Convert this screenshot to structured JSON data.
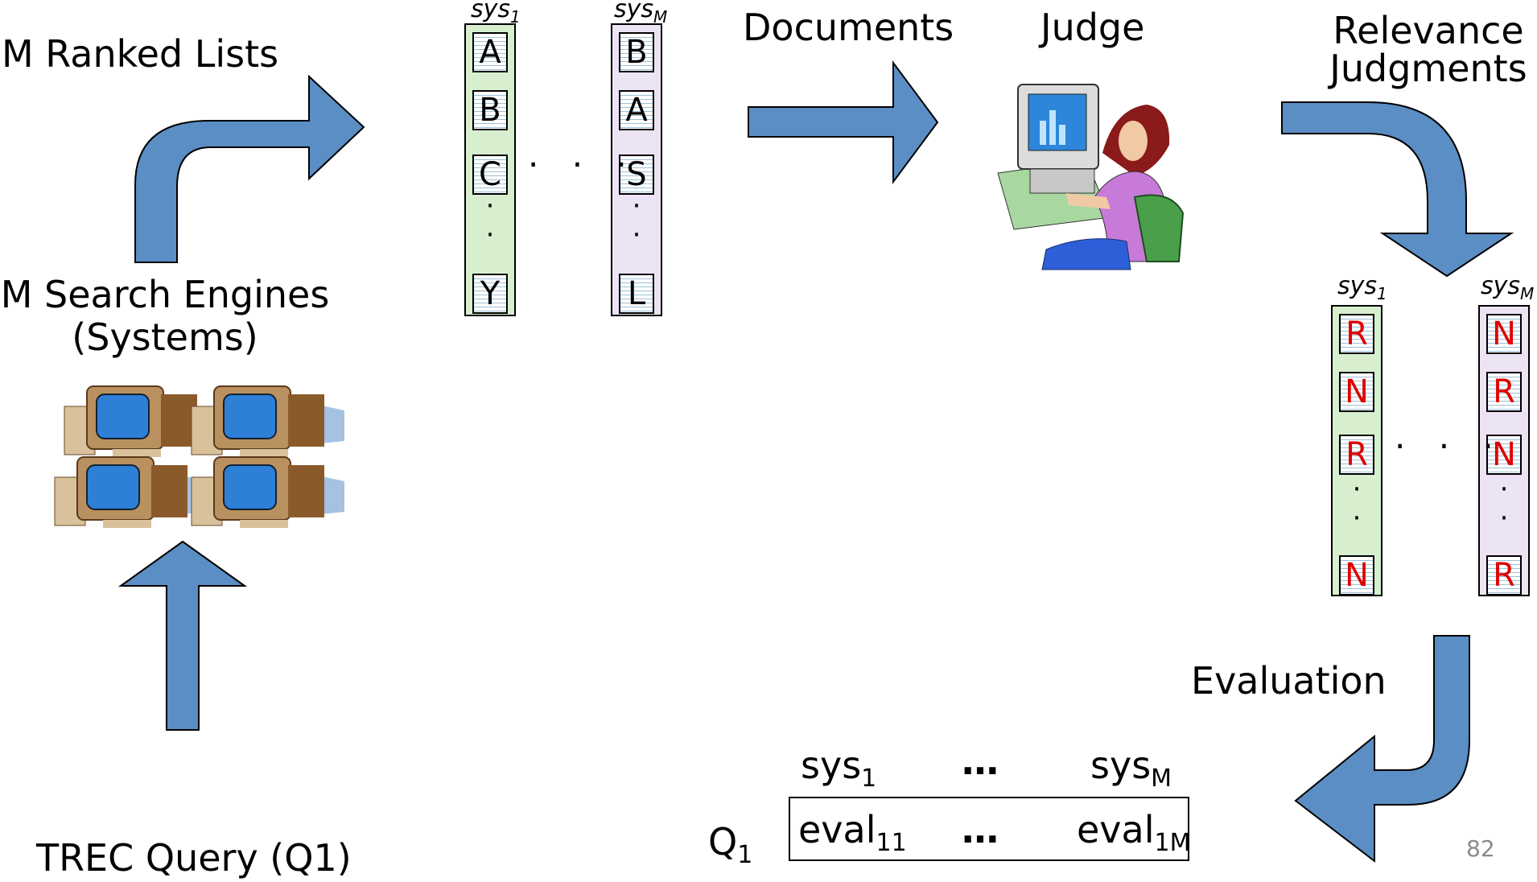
{
  "labels": {
    "ranked_lists": "M Ranked Lists",
    "search_engines_line1": "M Search Engines",
    "search_engines_line2": "(Systems)",
    "query": "TREC Query (Q1)",
    "documents": "Documents",
    "judge": "Judge",
    "relevance_line1": "Relevance",
    "relevance_line2": "Judgments",
    "evaluation": "Evaluation",
    "slide_number": "82"
  },
  "ranked": {
    "sys_first": {
      "base": "sys",
      "sub": "1"
    },
    "sys_last": {
      "base": "sys",
      "sub": "M"
    },
    "list1": [
      "A",
      "B",
      "C",
      "Y"
    ],
    "listM": [
      "B",
      "A",
      "S",
      "L"
    ]
  },
  "judgments": {
    "sys_first": {
      "base": "sys",
      "sub": "1"
    },
    "sys_last": {
      "base": "sys",
      "sub": "M"
    },
    "list1": [
      "R",
      "N",
      "R",
      "N"
    ],
    "listM": [
      "N",
      "R",
      "N",
      "R"
    ]
  },
  "eval_table": {
    "header": [
      {
        "base": "sys",
        "sub": "1"
      },
      {
        "text": "…"
      },
      {
        "base": "sys",
        "sub": "M"
      }
    ],
    "row_label": {
      "base": "Q",
      "sub": "1"
    },
    "cells": [
      {
        "base": "eval",
        "sub": "11"
      },
      {
        "text": "…"
      },
      {
        "base": "eval",
        "sub": "1M"
      }
    ]
  },
  "icons": [
    "computer-icon",
    "judge-person-icon"
  ],
  "colors": {
    "arrow_fill": "#5b8ec4",
    "list1_fill": "#d7efcf",
    "listM_fill": "#ece3f4",
    "judgment_text": "#e00000"
  }
}
